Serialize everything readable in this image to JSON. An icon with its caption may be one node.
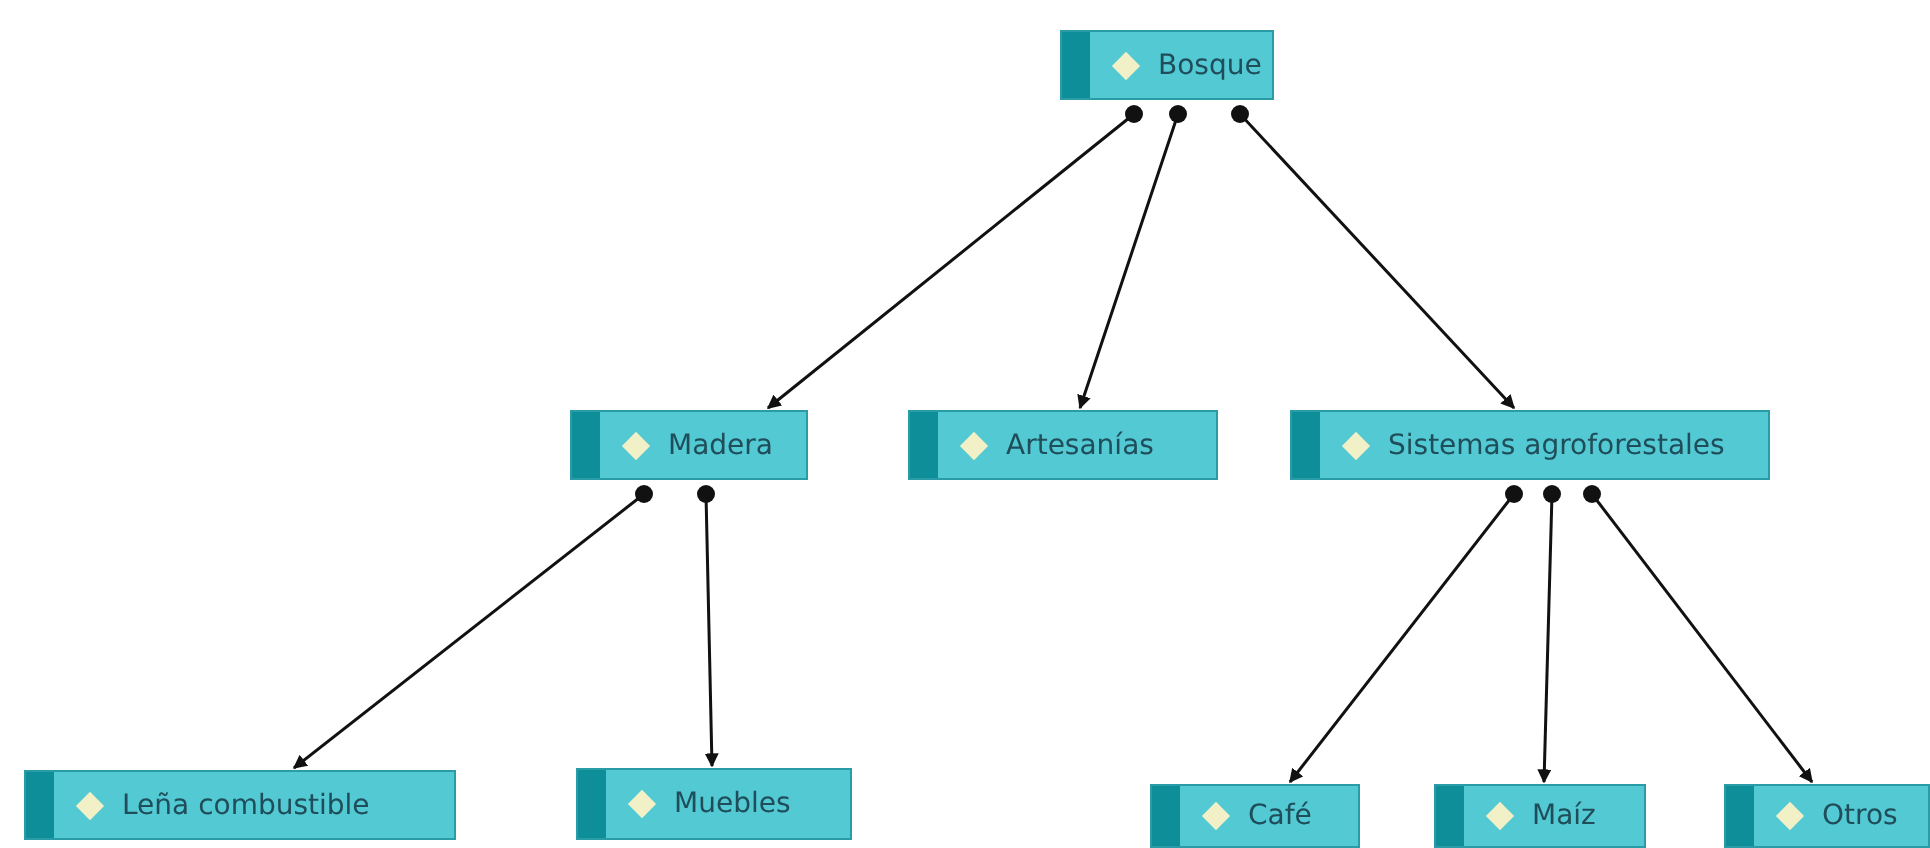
{
  "diagram": {
    "nodes": [
      {
        "text": [
          "Bosque"
        ]
      },
      {
        "text": [
          "Madera"
        ]
      },
      {
        "text": [
          "Artesanías"
        ]
      },
      {
        "text": [
          "Sistemas agroforestales"
        ]
      },
      {
        "text": [
          "Leña combustible"
        ]
      },
      {
        "text": [
          "Muebles"
        ]
      },
      {
        "text": [
          "Café"
        ]
      },
      {
        "text": [
          "Maíz"
        ]
      },
      {
        "text": [
          "Otros"
        ]
      }
    ],
    "edges": [
      {
        "from": 0,
        "to": 1,
        "arrow": "to"
      },
      {
        "from": 0,
        "to": 2,
        "arrow": "to"
      },
      {
        "from": 0,
        "to": 3,
        "arrow": "to"
      },
      {
        "from": 1,
        "to": 4,
        "arrow": "to"
      },
      {
        "from": 1,
        "to": 5,
        "arrow": "to"
      },
      {
        "from": 3,
        "to": 6,
        "arrow": "to"
      },
      {
        "from": 3,
        "to": 7,
        "arrow": "to"
      },
      {
        "from": 3,
        "to": 8,
        "arrow": "to"
      }
    ]
  }
}
